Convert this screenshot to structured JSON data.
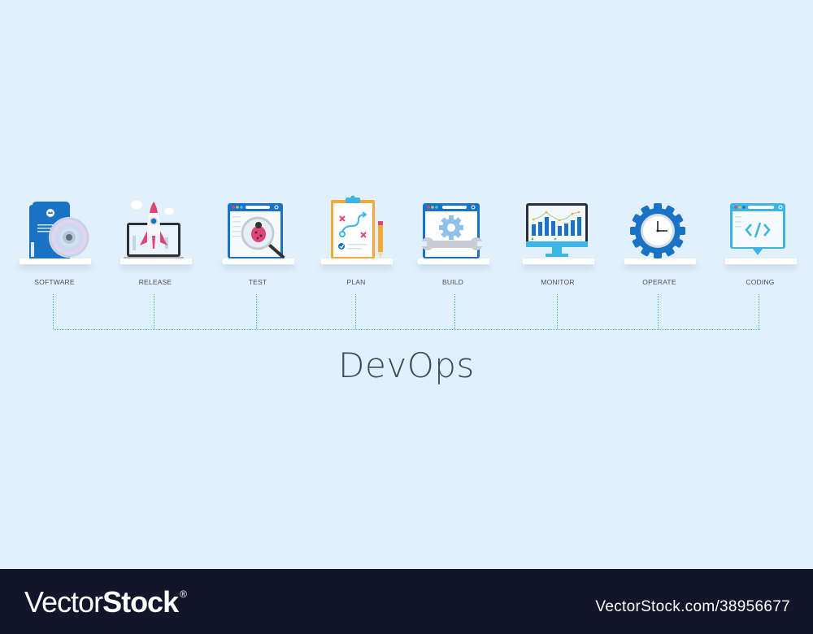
{
  "title": "DevOps",
  "steps": [
    {
      "label": "SOFTWARE",
      "icon": "software-box-cd-icon"
    },
    {
      "label": "RELEASE",
      "icon": "rocket-laptop-icon"
    },
    {
      "label": "TEST",
      "icon": "bug-magnifier-icon"
    },
    {
      "label": "PLAN",
      "icon": "clipboard-plan-icon"
    },
    {
      "label": "BUILD",
      "icon": "gear-wrench-window-icon"
    },
    {
      "label": "MONITOR",
      "icon": "monitor-chart-icon"
    },
    {
      "label": "OPERATE",
      "icon": "gear-clock-icon"
    },
    {
      "label": "CODING",
      "icon": "code-window-icon"
    }
  ],
  "colors": {
    "background": "#e2f0fb",
    "connector": "#3cb4e5",
    "primary_blue": "#1a72c4",
    "accent_pink": "#e0457a",
    "footer": "#13152a"
  },
  "footer": {
    "brand_light": "Vector",
    "brand_bold": "Stock",
    "brand_mark": "®",
    "url": "VectorStock.com/38956677"
  }
}
